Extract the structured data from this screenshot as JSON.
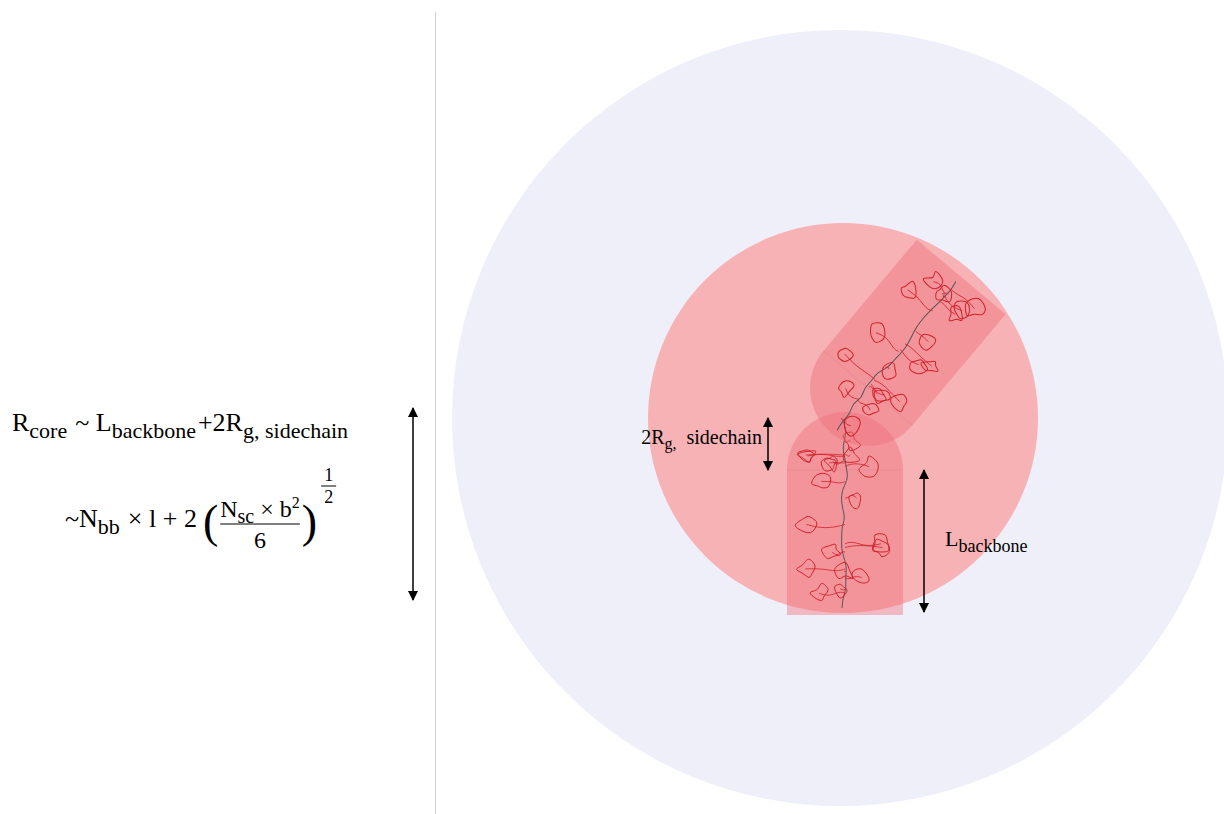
{
  "diagram": {
    "labels": [
      "R",
      "core",
      "~ L",
      "backbone",
      "+2R",
      "g, sidechain",
      "~N",
      "bb",
      "× l + 2",
      "(",
      "N",
      "sc",
      "× b",
      "2",
      "6",
      ")",
      "1",
      "2",
      "2R",
      "g,",
      "sidechain",
      "L",
      "backbone"
    ]
  }
}
